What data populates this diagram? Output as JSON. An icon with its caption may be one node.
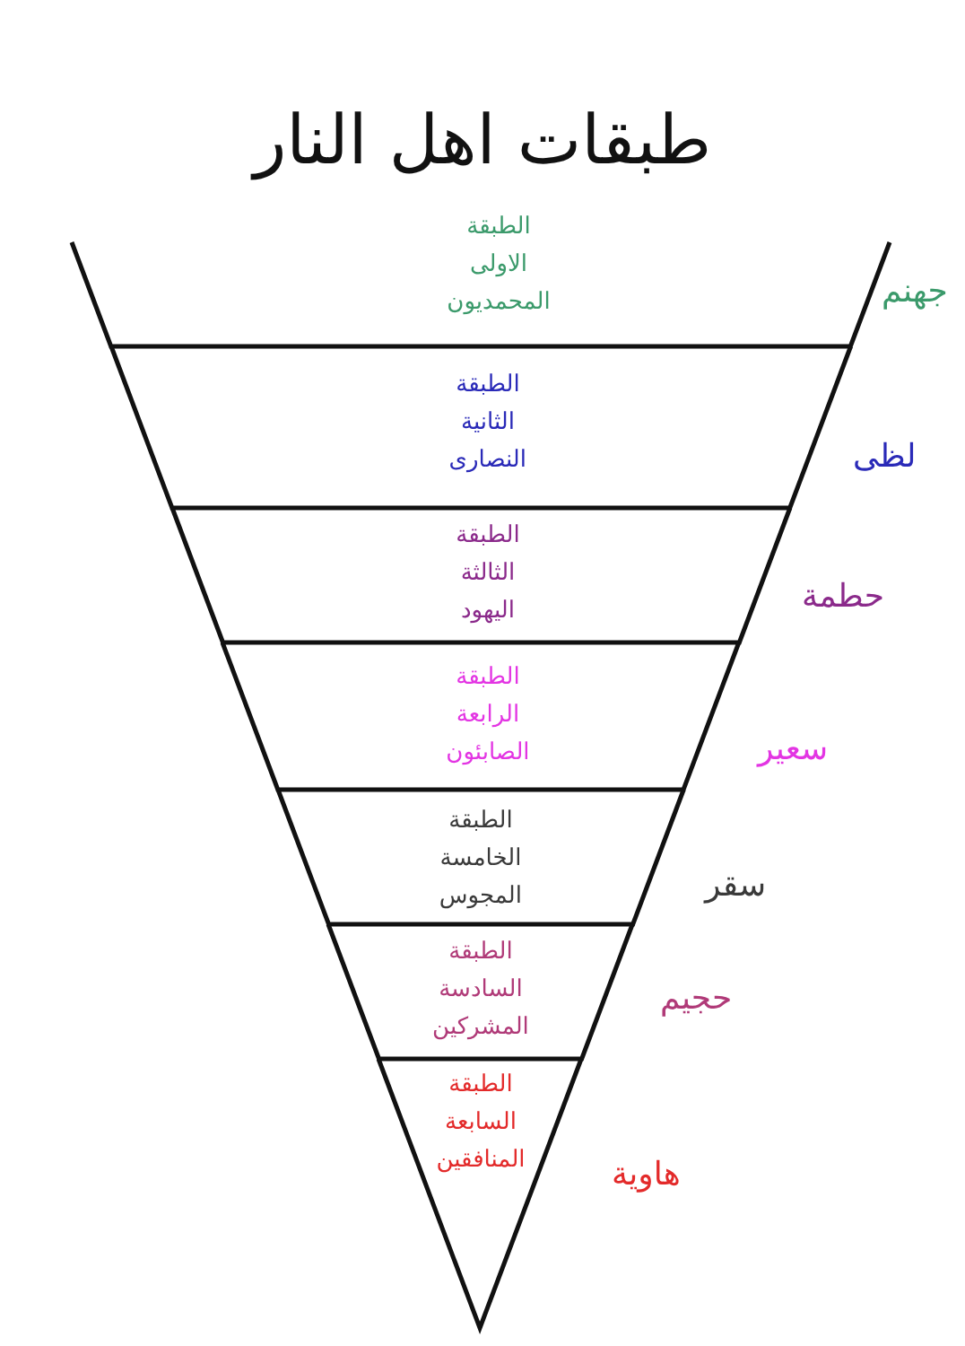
{
  "diagram": {
    "title": "طبقات اهل النار",
    "nodes": [
      {
        "text": [
          "الطبقة الاولى المحمديون"
        ],
        "beside": [
          "جهنم"
        ]
      },
      {
        "text": [
          "الطبقة الثانية النصارى"
        ],
        "beside": [
          "لظى"
        ]
      },
      {
        "text": [
          "الطبقة الثالثة اليهود"
        ],
        "beside": [
          "حطمة"
        ]
      },
      {
        "text": [
          "الطبقة الرابعة الصابئون"
        ],
        "beside": [
          "سعير"
        ]
      },
      {
        "text": [
          "الطبقة الخامسة المجوس"
        ],
        "beside": [
          "سقر"
        ]
      },
      {
        "text": [
          "الطبقة السادسة المشركين"
        ],
        "beside": [
          "حجيم"
        ]
      },
      {
        "text": [
          "الطبقة السابعة المنافقين"
        ],
        "beside": [
          "هاوية"
        ]
      }
    ]
  }
}
